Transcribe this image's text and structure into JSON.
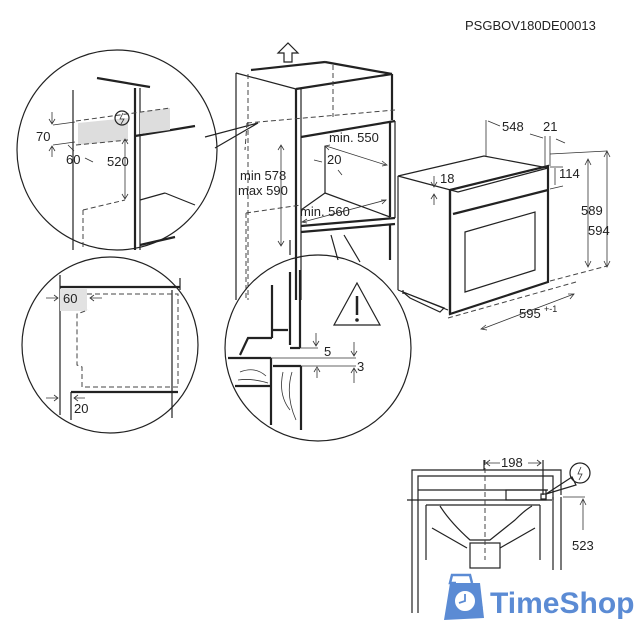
{
  "document_code": "PSGBOV180DE00013",
  "detail_top_left": {
    "labels": {
      "height": "70",
      "depth": "60",
      "clearance": "520"
    },
    "icon": "electric-connection-icon"
  },
  "cabinet": {
    "labels": {
      "min_depth": "min. 550",
      "rear_gap": "20",
      "height_min": "min 578",
      "height_max": "max 590",
      "min_width": "min. 560"
    },
    "icon": "arrow-up-ventilation-icon"
  },
  "oven": {
    "labels": {
      "depth": "548",
      "front": "21",
      "panel_height": "114",
      "top_gap": "18",
      "height_inner": "589",
      "height_total": "594",
      "width": "595",
      "width_tolerance": "+-1"
    }
  },
  "detail_bottom_left": {
    "labels": {
      "top_gap": "60",
      "side_gap": "20"
    }
  },
  "detail_bottom_middle": {
    "labels": {
      "gap_5": "5",
      "gap_3": "3"
    },
    "icon": "warning-triangle-icon"
  },
  "detail_bottom_right": {
    "labels": {
      "cable_offset": "198",
      "cable_height": "523"
    },
    "icon": "electric-connection-icon"
  },
  "watermark": {
    "text": "TimeShop",
    "color": "#4a7fd0",
    "icon": "clock-bag-icon"
  }
}
